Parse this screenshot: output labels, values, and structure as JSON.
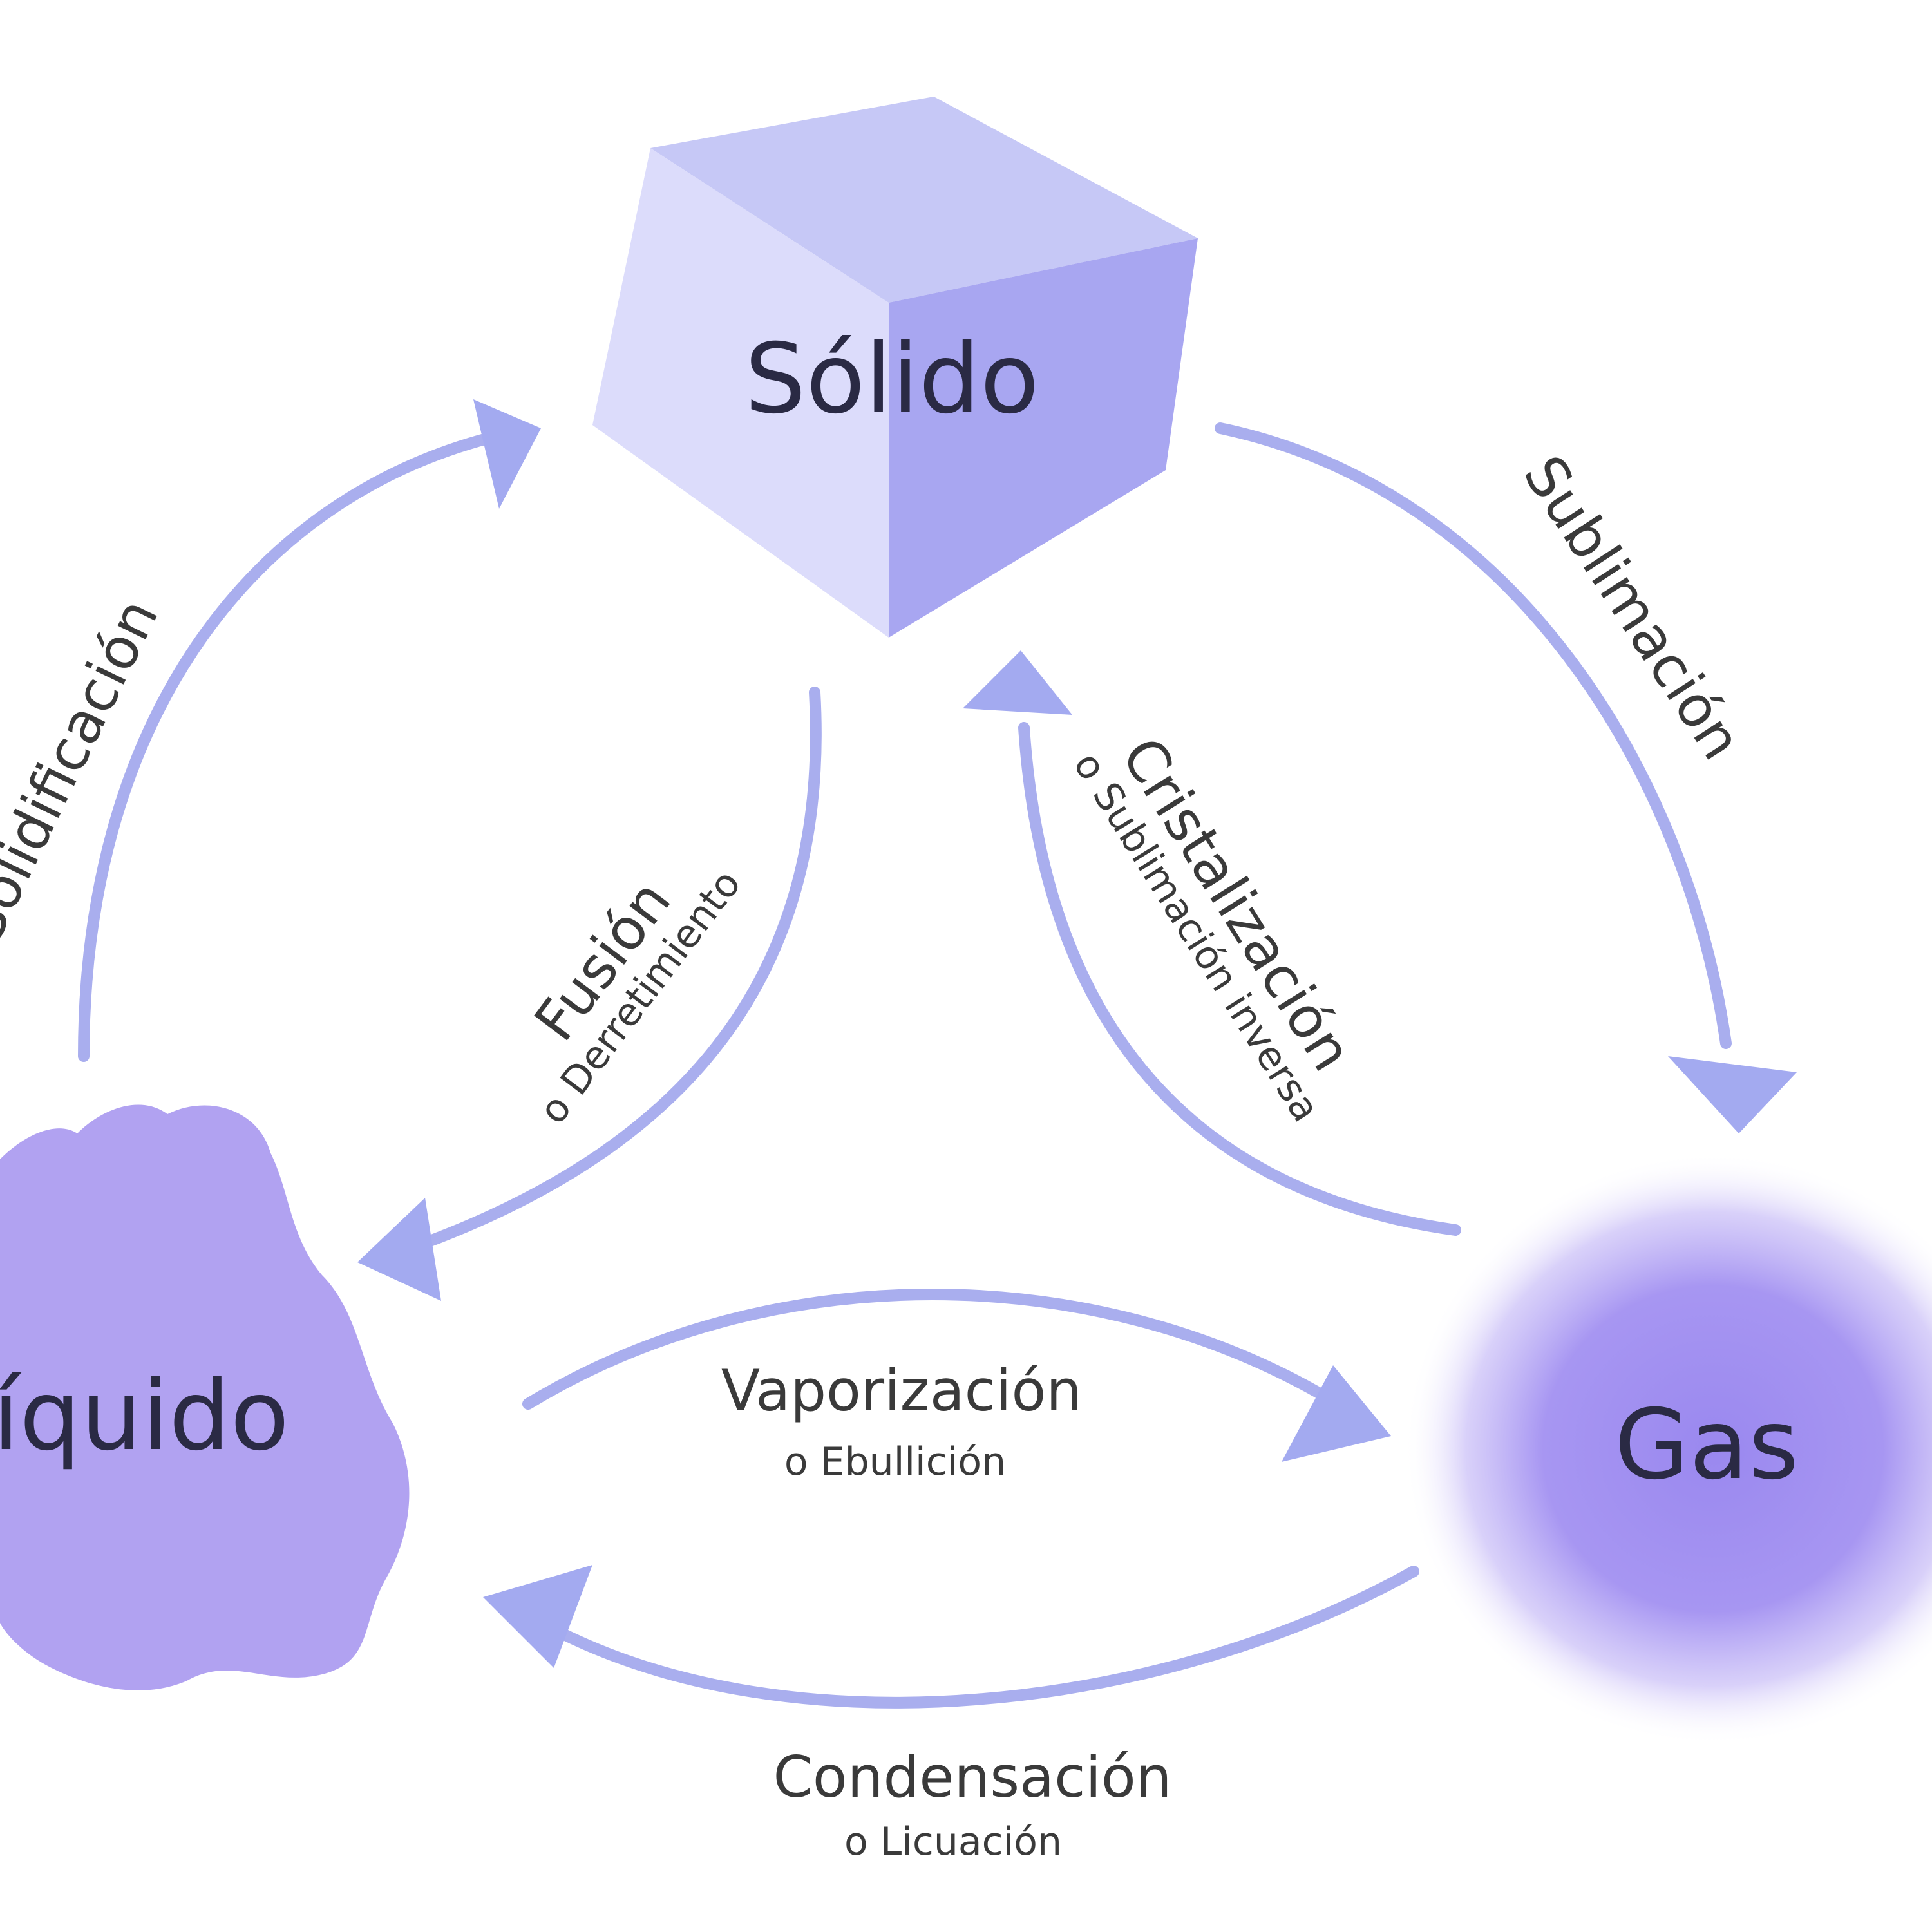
{
  "colors": {
    "arrow": "#a9aeee",
    "cube_top": "#c6c8f6",
    "cube_left": "#dcdcfb",
    "cube_right": "#a8a6f1",
    "liquid": "#b1a2f1",
    "gas_center": "#9f8df0",
    "text_dark": "#2a2a44",
    "text_label": "#3a3a3a"
  },
  "states": {
    "solid": {
      "label": "Sólido",
      "icon": "cube-icon"
    },
    "liquid": {
      "label": "Líquido",
      "icon": "liquid-blob-icon"
    },
    "gas": {
      "label": "Gas",
      "icon": "gas-cloud-icon"
    }
  },
  "processes": {
    "solidification": {
      "label": "Solidificación"
    },
    "fusion": {
      "label": "Fusión",
      "sub": "o Derretimiento"
    },
    "sublimation": {
      "label": "Sublimación"
    },
    "crystallization": {
      "label": "Cristalización",
      "sub": "o Sublimación inversa"
    },
    "vaporization": {
      "label": "Vaporización",
      "sub": "o Ebullición"
    },
    "condensation": {
      "label": "Condensación",
      "sub": "o Licuación"
    }
  }
}
